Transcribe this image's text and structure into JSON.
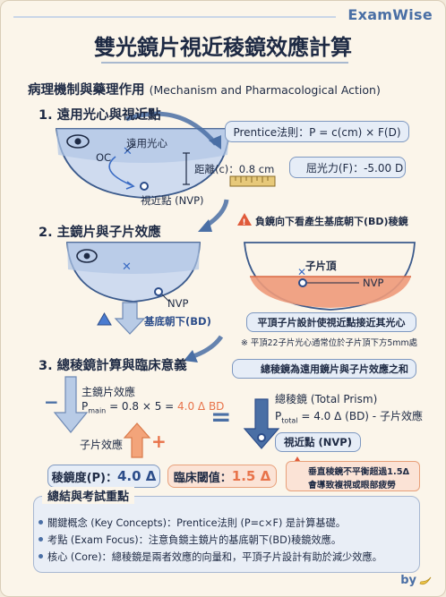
{
  "brand": "ExamWise",
  "title": "雙光鏡片視近稜鏡效應計算",
  "subheading": {
    "main": "病理機制與藥理作用",
    "en": "(Mechanism and Pharmacological Action)"
  },
  "section1": {
    "heading": "1. 遠用光心與視近點",
    "oc_label": "OC",
    "distance_center": "遠用光心",
    "distance_label": "距離(c)：0.8 cm",
    "nvp_label": "視近點 (NVP)",
    "prentice": "Prentice法則：P = c(cm) × F(D)",
    "refractive": "屈光力(F)：-5.00 D"
  },
  "section2": {
    "heading": "2. 主鏡片與子片效應",
    "nvp": "NVP",
    "base_down": "基底朝下(BD)",
    "warning": "負鏡向下看產生基底朝下(BD)稜鏡",
    "seg_top": "子片頂",
    "nvp_right": "NVP",
    "flat_top_note": "平頂子片設計使視近點接近其光心",
    "footnote": "※ 平頂22子片光心通常位於子片頂下方5mm處"
  },
  "section3": {
    "heading": "3. 總稜鏡計算與臨床意義",
    "main_effect": "主鏡片效應",
    "formula_prefix": "P",
    "formula_sub": "main",
    "formula_mid": " = 0.8 × 5 = ",
    "formula_result": "4.0 Δ BD",
    "seg_effect": "子片效應",
    "minus": "−",
    "plus": "+",
    "equals": "=",
    "check_note": "總稜鏡為遠用鏡片與子片效應之和",
    "total_title": "總稜鏡 (Total Prism)",
    "total_prefix": "P",
    "total_sub": "total",
    "total_rest": " = 4.0 Δ (BD) - 子片效應",
    "nvp_pill": "視近點 (NVP)",
    "prism_label": "稜鏡度(P)：",
    "prism_value": "4.0 Δ",
    "threshold_label": "臨床閾值：",
    "threshold_value": "1.5 Δ",
    "vertical_warning_1": "垂直稜鏡不平衡超過1.5Δ",
    "vertical_warning_2": "會導致複視或眼部疲勞"
  },
  "summary": {
    "title": "總結與考試重點",
    "items": [
      "關鍵概念 (Key Concepts)：Prentice法則 (P=c×F) 是計算基礎。",
      "考點 (Exam Focus)：注意負鏡主鏡片的基底朝下(BD)稜鏡效應。",
      "核心 (Core)：總稜鏡是兩者效應的向量和，平頂子片設計有助於減少效應。"
    ]
  },
  "byline": "by",
  "colors": {
    "accent": "#4a6fa5",
    "orange": "#e8734a",
    "lens": "#b8cbe6",
    "green": "#4caf50",
    "warning": "#e05a3a"
  }
}
